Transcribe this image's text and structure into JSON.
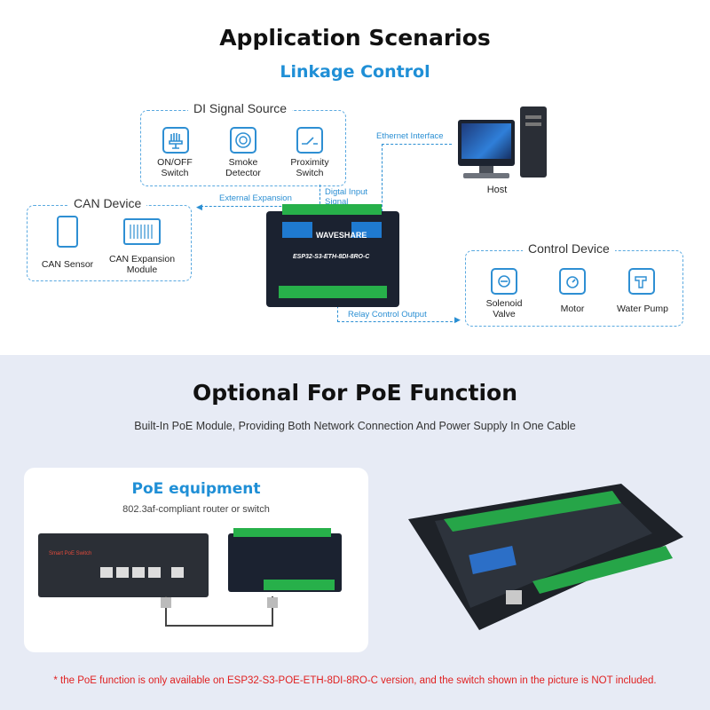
{
  "top": {
    "title": "Application Scenarios",
    "subtitle": "Linkage Control",
    "di_box": {
      "title": "DI Signal Source",
      "items": [
        "ON/OFF\nSwitch",
        "Smoke\nDetector",
        "Proximity\nSwitch"
      ]
    },
    "can_box": {
      "title": "CAN Device",
      "items": [
        "CAN Sensor",
        "CAN Expansion\nModule"
      ]
    },
    "control_box": {
      "title": "Control Device",
      "items": [
        "Solenoid\nValve",
        "Motor",
        "Water Pump"
      ]
    },
    "ethernet_label": "Ethernet Interface",
    "host_label": "Host",
    "external_expansion": "External Expansion",
    "digital_input": "Digtal Input\nSignal",
    "relay_output": "Relay Control Output",
    "board_brand": "WAVESHARE",
    "board_model": "ESP32-S3-ETH-8DI-8RO-C"
  },
  "bottom": {
    "title": "Optional For PoE Function",
    "subtitle": "Built-In PoE Module, Providing Both Network Connection And Power Supply In One Cable",
    "card_title": "PoE equipment",
    "card_sub": "802.3af-compliant router or switch",
    "switch_label": "Smart PoE Switch",
    "footnote": "* the PoE function is only available on ESP32-S3-POE-ETH-8DI-8RO-C version, and the switch shown in the picture is NOT included."
  },
  "colors": {
    "accent": "#1f8fd6",
    "dash": "#5aa9e0",
    "footnote": "#e02020"
  }
}
